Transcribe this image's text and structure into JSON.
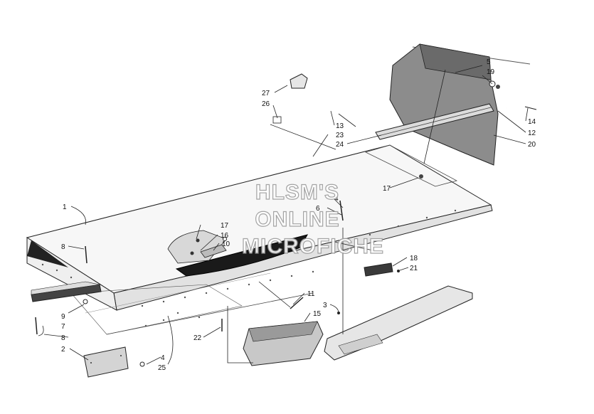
{
  "watermark": {
    "line1": "HLSM'S",
    "line2": "ONLINE",
    "line3": "MICROFICHE"
  },
  "callouts": [
    {
      "id": "c27",
      "text": "27"
    },
    {
      "id": "c26",
      "text": "26"
    },
    {
      "id": "c5",
      "text": "5"
    },
    {
      "id": "c19",
      "text": "19"
    },
    {
      "id": "c14",
      "text": "14"
    },
    {
      "id": "c12",
      "text": "12"
    },
    {
      "id": "c20",
      "text": "20"
    },
    {
      "id": "c13",
      "text": "13"
    },
    {
      "id": "c23",
      "text": "23"
    },
    {
      "id": "c24",
      "text": "24"
    },
    {
      "id": "c17a",
      "text": "17"
    },
    {
      "id": "c1",
      "text": "1"
    },
    {
      "id": "c4a",
      "text": "4"
    },
    {
      "id": "c6",
      "text": "6"
    },
    {
      "id": "c17b",
      "text": "17"
    },
    {
      "id": "c16",
      "text": "16"
    },
    {
      "id": "c10",
      "text": "10"
    },
    {
      "id": "c8a",
      "text": "8"
    },
    {
      "id": "c18",
      "text": "18"
    },
    {
      "id": "c21",
      "text": "21"
    },
    {
      "id": "c11",
      "text": "11"
    },
    {
      "id": "c3",
      "text": "3"
    },
    {
      "id": "c15",
      "text": "15"
    },
    {
      "id": "c9",
      "text": "9"
    },
    {
      "id": "c7",
      "text": "7"
    },
    {
      "id": "c8b",
      "text": "8"
    },
    {
      "id": "c22",
      "text": "22"
    },
    {
      "id": "c2",
      "text": "2"
    },
    {
      "id": "c4b",
      "text": "4"
    },
    {
      "id": "c25",
      "text": "25"
    }
  ]
}
